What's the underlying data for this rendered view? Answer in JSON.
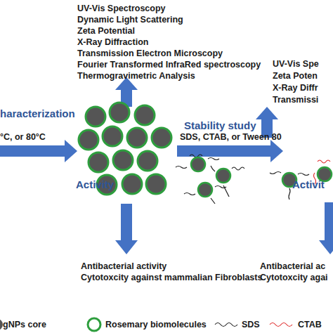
{
  "diagram": {
    "labels": [
      "UV-Vis Spectroscopy",
      "Dynamic Light Scattering",
      "Zeta Potential",
      "X-Ray Diffraction",
      "Transmission Electron Microscopy",
      "Fourier Transformed InfraRed spectroscopy",
      "Thermogravimetric Analysis",
      "haracterization",
      "°C, or 80°C",
      "SDS, CTAB, or Tween 80",
      "Stability study",
      "UV-Vis Spe",
      "Zeta Poten",
      "X-Ray Diffr",
      "Transmissi",
      "Activity",
      "Activit",
      "Antibacterial activity",
      "Cytotoxcity against mammalian Fibroblasts",
      "Antibacterial ac",
      "Cytotoxcity agai"
    ],
    "legend": [
      {
        "text": "gNPs core"
      },
      {
        "text": "Rosemary biomolecules"
      },
      {
        "text": "SDS"
      },
      {
        "text": "CTAB"
      }
    ]
  }
}
